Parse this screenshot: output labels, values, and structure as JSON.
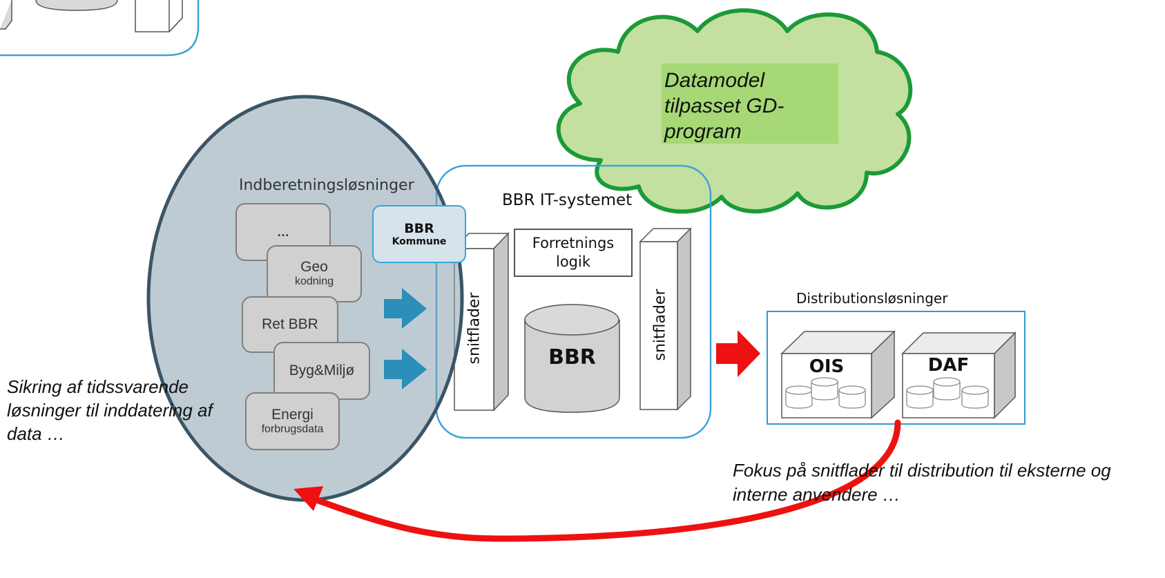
{
  "top_left_fragment": {},
  "cloud": {
    "text": "Datamodel tilpasset GD-program"
  },
  "indberetning": {
    "title": "Indberetningsløsninger",
    "boxes": [
      {
        "main": "…",
        "sub": ""
      },
      {
        "main": "Geo",
        "sub": "kodning"
      },
      {
        "main": "Ret BBR",
        "sub": ""
      },
      {
        "main": "Byg&Miljø",
        "sub": ""
      },
      {
        "main": "Energi",
        "sub": "forbrugsdata"
      }
    ]
  },
  "bbr_kommune": {
    "title": "BBR",
    "sub": "Kommune"
  },
  "bbr_system": {
    "title": "BBR IT-systemet",
    "left_interface": "snitflader",
    "right_interface": "snitflader",
    "logic": "Forretnings logik",
    "db": "BBR"
  },
  "distribution": {
    "title": "Distributionsløsninger",
    "ois": "OIS",
    "daf": "DAF"
  },
  "notes": {
    "left": "Sikring af tidssvarende løsninger til inddatering af data …",
    "right": "Fokus på snitflader til distribution til eksterne og interne anvendere …"
  },
  "colors": {
    "ellipse_fill": "#8aa0ae",
    "ellipse_stroke": "#3b5566",
    "cloud_fill": "#c3e0a0",
    "cloud_stroke": "#1c9a38",
    "frame_blue": "#2e9ad4",
    "arrow_blue": "#2b8fb9",
    "arrow_red": "#ee1111"
  }
}
